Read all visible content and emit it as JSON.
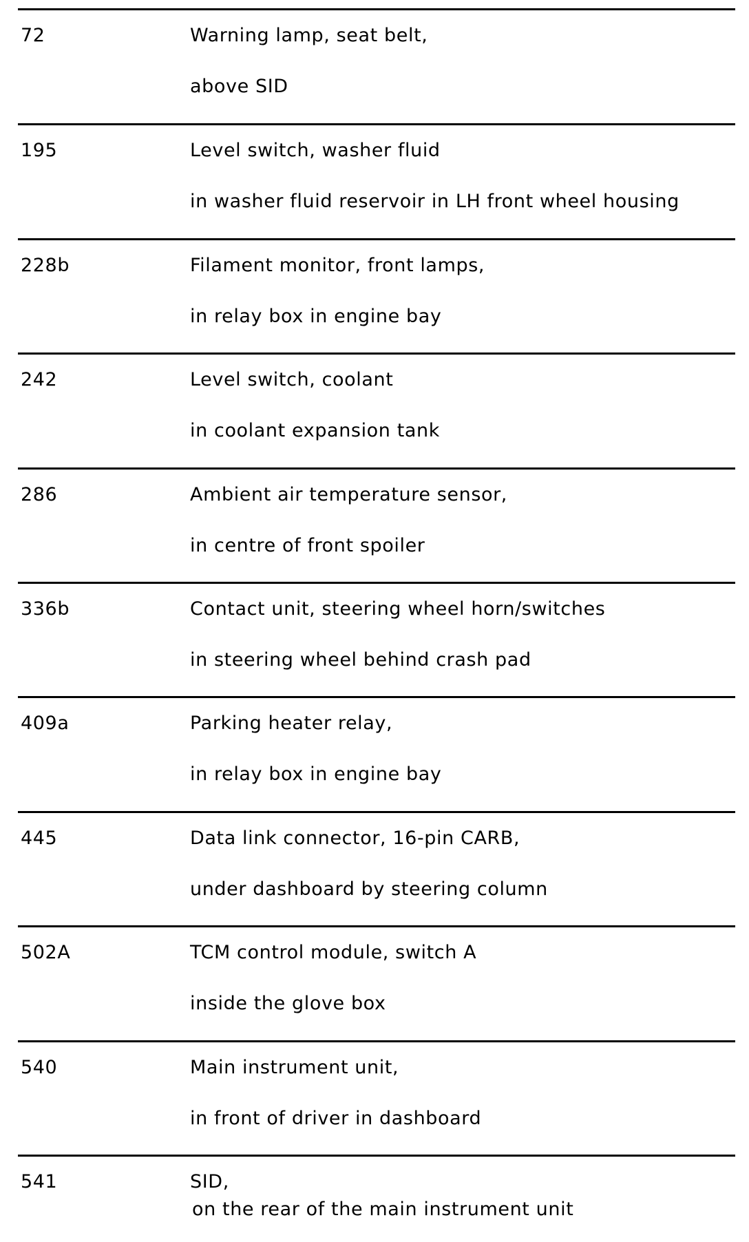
{
  "entries": [
    {
      "code": "72",
      "description": "Warning lamp, seat belt,",
      "location": "above SID"
    },
    {
      "code": "195",
      "description": "Level switch, washer fluid",
      "location": "in washer fluid reservoir in LH front wheel housing"
    },
    {
      "code": "228b",
      "description": "Filament monitor, front lamps,",
      "location": "in relay box in engine bay"
    },
    {
      "code": "242",
      "description": "Level switch, coolant",
      "location": "in coolant expansion tank"
    },
    {
      "code": "286",
      "description": "Ambient air temperature sensor,",
      "location": "in centre of front spoiler"
    },
    {
      "code": "336b",
      "description": "Contact unit, steering wheel horn/switches",
      "location": "in steering wheel behind crash pad"
    },
    {
      "code": "409a",
      "description": "Parking heater relay,",
      "location": "in relay box in engine bay"
    },
    {
      "code": "445",
      "description": "Data link connector, 16-pin CARB,",
      "location": "under dashboard by steering column"
    },
    {
      "code": "502A",
      "description": "TCM control module, switch A",
      "location": "inside the glove box"
    },
    {
      "code": "540",
      "description": "Main instrument unit,",
      "location": "in front of driver in dashboard"
    },
    {
      "code": "541",
      "description": "SID,",
      "location": "on the rear of the main instrument unit"
    }
  ]
}
